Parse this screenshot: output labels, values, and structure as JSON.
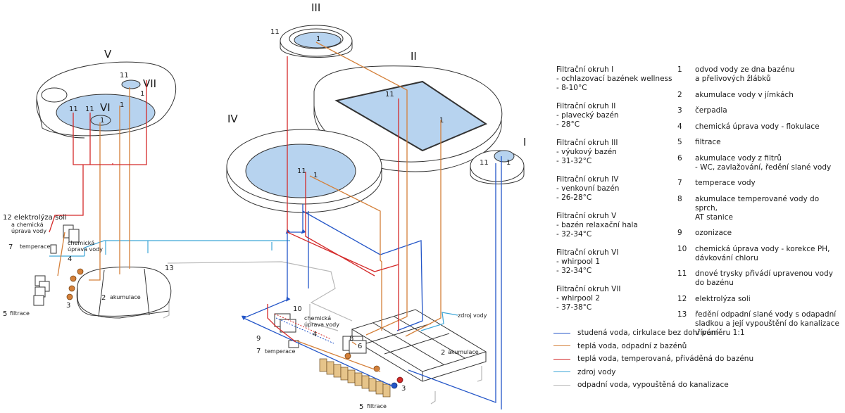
{
  "colors": {
    "cold": "#2456c8",
    "warm_waste": "#d4803a",
    "warm_supply": "#d42a2a",
    "source": "#3ea6d8",
    "drain": "#b8b8b8",
    "water_fill": "#b7d3ef",
    "outline": "#333333"
  },
  "pools": {
    "I": "I",
    "II": "II",
    "III": "III",
    "IV": "IV",
    "V": "V",
    "VI": "VI",
    "VII": "VII"
  },
  "diagram_labels": {
    "left": {
      "electrolysis": [
        "12 elektrolýza soli",
        "a chemická",
        "úprava vody"
      ],
      "chem": [
        "chemická",
        "úprava vody"
      ],
      "chem_num": "4",
      "temperace_num": "7",
      "temperace": "temperace",
      "filtrace_num": "5",
      "filtrace": "filtrace",
      "pump_num": "3",
      "akum_num": "2",
      "akumulace": "akumulace",
      "n13": "13"
    },
    "right": {
      "n10": "10",
      "chem": [
        "chemická",
        "úprava vody"
      ],
      "chem_num": "4",
      "n9": "9",
      "n7": "7",
      "temperace": "temperace",
      "n8": "8",
      "n6": "6",
      "zdroj": "zdroj vody",
      "akum_num": "2",
      "akumulace": "akumulace",
      "pump_num": "3",
      "filtrace_num": "5",
      "filtrace": "filtrace"
    },
    "marks": {
      "one": "1",
      "eleven": "11"
    }
  },
  "circuits": [
    {
      "title": "Filtrační okruh I",
      "lines": [
        "- ochlazovací bazének wellness",
        "- 8-10°C"
      ]
    },
    {
      "title": "Filtrační okruh II",
      "lines": [
        "- plavecký bazén",
        "- 28°C"
      ]
    },
    {
      "title": "Filtrační okruh III",
      "lines": [
        "- výukový bazén",
        "- 31-32°C"
      ]
    },
    {
      "title": "Filtrační okruh IV",
      "lines": [
        "- venkovní bazén",
        "- 26-28°C"
      ]
    },
    {
      "title": "Filtrační okruh V",
      "lines": [
        "- bazén relaxační hala",
        "- 32-34°C"
      ]
    },
    {
      "title": "Filtrační okruh VI",
      "lines": [
        "- whirpool 1",
        "- 32-34°C"
      ]
    },
    {
      "title": "Filtrační okruh VII",
      "lines": [
        "- whirpool 2",
        "- 37-38°C"
      ]
    }
  ],
  "components": [
    {
      "n": "1",
      "text": [
        "odvod vody ze dna bazénu",
        "a přelivových žlábků"
      ]
    },
    {
      "n": "2",
      "text": [
        "akumulace vody v jímkách"
      ]
    },
    {
      "n": "3",
      "text": [
        "čerpadla"
      ]
    },
    {
      "n": "4",
      "text": [
        "chemická úprava vody - flokulace"
      ]
    },
    {
      "n": "5",
      "text": [
        "filtrace"
      ]
    },
    {
      "n": "6",
      "text": [
        "akumulace vody z filtrů",
        "- WC, zavlažování, ředění slané vody"
      ]
    },
    {
      "n": "7",
      "text": [
        "temperace vody"
      ]
    },
    {
      "n": "8",
      "text": [
        "akumulace temperované vody do sprch,",
        "AT stanice"
      ]
    },
    {
      "n": "9",
      "text": [
        "ozonizace"
      ]
    },
    {
      "n": "10",
      "text": [
        "chemická úprava vody - korekce PH,",
        "dávkování chloru"
      ]
    },
    {
      "n": "11",
      "text": [
        "dnové trysky přivádí upravenou vody",
        "do bazénu"
      ]
    },
    {
      "n": "12",
      "text": [
        "elektrolýza soli"
      ]
    },
    {
      "n": "13",
      "text": [
        "ředění odpadní slané vody s odapadní",
        "sladkou a její vypouštění do kanalizace",
        "v poměru 1:1"
      ]
    }
  ],
  "legend": [
    {
      "label": "studená voda, cirkulace bez dohřívání",
      "color": "#2456c8"
    },
    {
      "label": "teplá voda, odpadní z bazénů",
      "color": "#d4803a"
    },
    {
      "label": "teplá voda, temperovaná, přiváděná do bazénu",
      "color": "#d42a2a"
    },
    {
      "label": "zdroj vody",
      "color": "#3ea6d8"
    },
    {
      "label": "odpadní voda, vypouštěná do kanalizace",
      "color": "#b8b8b8"
    }
  ]
}
